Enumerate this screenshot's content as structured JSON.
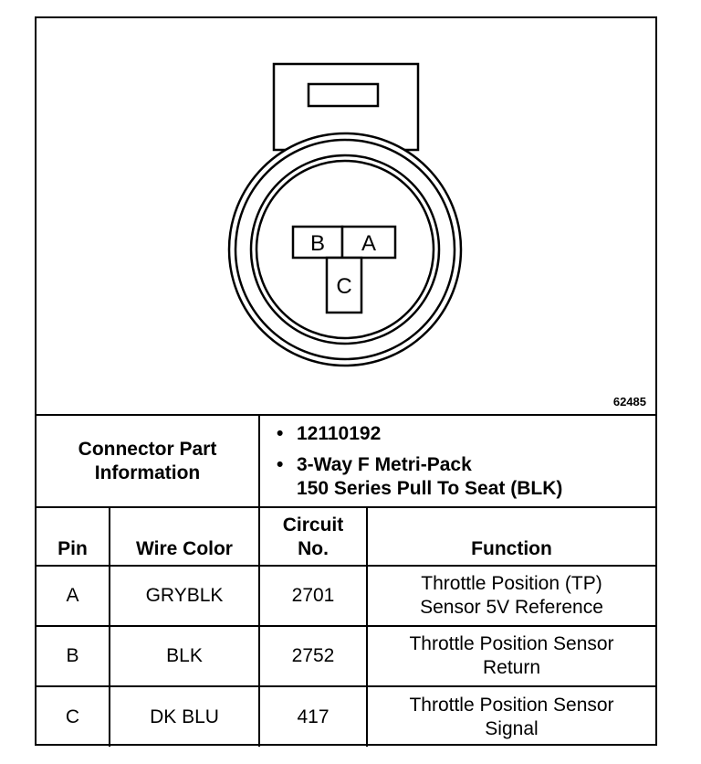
{
  "diagram": {
    "figure_id": "62485",
    "pin_labels": {
      "a": "A",
      "b": "B",
      "c": "C"
    }
  },
  "connector": {
    "label_line1": "Connector Part",
    "label_line2": "Information",
    "part_number": "12110192",
    "desc_line1": "3-Way F Metri-Pack",
    "desc_line2": "150 Series Pull To Seat (BLK)"
  },
  "columns": {
    "pin": "Pin",
    "wire_color": "Wire Color",
    "circuit_line1": "Circuit",
    "circuit_line2": "No.",
    "function": "Function"
  },
  "rows": [
    {
      "pin": "A",
      "wire_color": "GRYBLK",
      "circuit": "2701",
      "function_line1": "Throttle Position (TP)",
      "function_line2": "Sensor 5V Reference"
    },
    {
      "pin": "B",
      "wire_color": "BLK",
      "circuit": "2752",
      "function_line1": "Throttle Position Sensor",
      "function_line2": "Return"
    },
    {
      "pin": "C",
      "wire_color": "DK BLU",
      "circuit": "417",
      "function_line1": "Throttle Position Sensor",
      "function_line2": "Signal"
    }
  ]
}
